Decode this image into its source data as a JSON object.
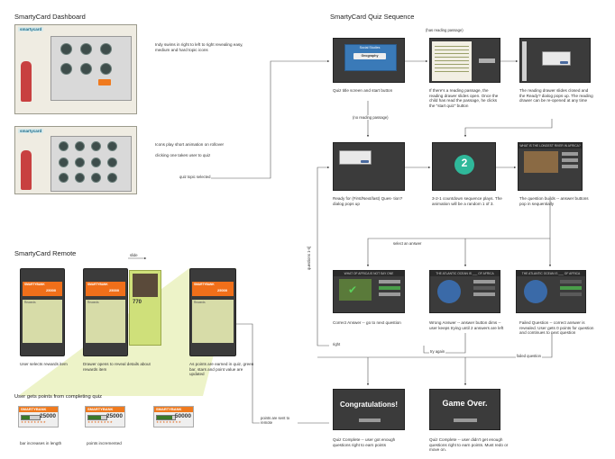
{
  "dashboard": {
    "title": "SmartyCard Dashboard",
    "logo": "smartycard",
    "caption_indy": "Indy swims in right to left to right revealing easy, medium and hard topic icons",
    "caption_icons": "Icons play short animation on rollover",
    "caption_click": "clicking one takes user to quiz",
    "label_selected": "quiz topic selected"
  },
  "quiz": {
    "title": "SmartyCard Quiz Sequence",
    "has_reading_tag": "(has reading passage)",
    "no_reading_tag": "(no reading passage)",
    "topic_header": "Social Studies",
    "topic_button": "Geography",
    "countdown": "2",
    "question_header": "WHAT IS THE LONGEST RIVER IN AFRICA?",
    "answer_header": "WHAT OF AFRICA IS NOT SAY ONE",
    "wrong_header": "THE ATLANTIC OCEAN IS ___ OF AFRICA",
    "failed_header": "THE ATLANTIC OCEAN IS ___ OF AFRICA",
    "congrats": "Congratulations!",
    "gameover": "Game Over.",
    "captions": {
      "title_screen": "Quiz title screen and start button",
      "reading_open": "If there’s a reading passage, the reading drawer slides open. Once the child has read the passage, he clicks the “start quiz” button",
      "reading_closed": "The reading drawer slides closed and the Ready? dialog pops up. The reading drawer can be re-opened at any time",
      "ready": "Ready for (First/Next/last) Ques- tion? dialog pops up",
      "countdown": "3-2-1 countdown sequence plays. The animation will be a random 1 of 3.",
      "builds": "The question builds -- answer buttons pop in sequentially",
      "correct": "Correct Answer -- go to next question",
      "wrong": "Wrong Answer -- answer button dims -- user keeps trying until 2 answers are left",
      "failed": "Failed Question -- correct answer is revealed. User gets 0 points for question and continues to next question",
      "complete_win": "Quiz Complete -- user got enough questions right to earn points",
      "complete_lose": "Quiz Complete -- user didn’t get enough questions right to earn points. Must redo or move on."
    },
    "labels": {
      "select_answer": "select an answer",
      "questions": "questions 1-n]",
      "right": "right",
      "try_again": "try again",
      "failed_question": "failed question",
      "points_sent": "points are sent to remote"
    }
  },
  "remote": {
    "title": "SmartyCard Remote",
    "slide_label": "slide",
    "bank_label": "SMARTYBANK",
    "points_value": "25000",
    "drawer_points": "770",
    "rewards_label": "Rewards",
    "caption_select": "User selects rewards item",
    "caption_drawer": "Drawer opens to reveal details about rewards item",
    "caption_earned": "As points are earned in quiz, green bar, stars and point value are updated",
    "points_title": "User gets points from completing quiz",
    "banks": [
      {
        "label": "SMARTYBANK",
        "value": "25000",
        "fill": 0.45
      },
      {
        "label": "SMARTYBANK",
        "value": "25000",
        "fill": 0.7
      },
      {
        "label": "SMARTYBANK",
        "value": "50000",
        "fill": 0.85
      }
    ],
    "caption_bar": "bar increases in length",
    "caption_points": "points incremented"
  },
  "colors": {
    "accent_orange": "#f06f1a",
    "accent_green": "#cfe07a",
    "dark_screen": "#3b3b3b"
  }
}
